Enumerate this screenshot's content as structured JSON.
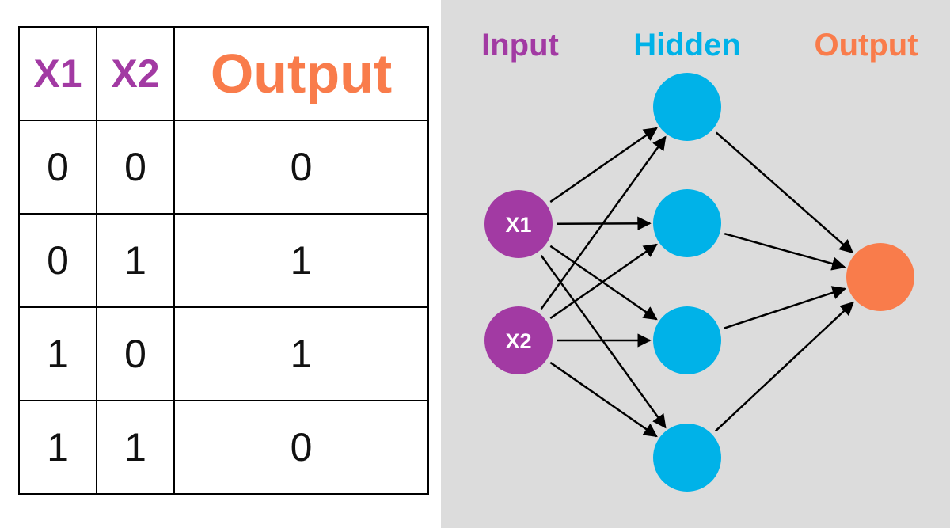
{
  "colors": {
    "input": "#a23aa3",
    "hidden": "#00b2e8",
    "output": "#f97c4b",
    "panel_bg": "#dcdcdc",
    "arrow": "#000000"
  },
  "table": {
    "headers": [
      "X1",
      "X2",
      "Output"
    ],
    "rows": [
      [
        "0",
        "0",
        "0"
      ],
      [
        "0",
        "1",
        "1"
      ],
      [
        "1",
        "0",
        "1"
      ],
      [
        "1",
        "1",
        "0"
      ]
    ]
  },
  "network": {
    "labels": {
      "input": "Input",
      "hidden": "Hidden",
      "output": "Output"
    },
    "input_nodes": [
      "X1",
      "X2"
    ],
    "hidden_node_count": 4,
    "output_node_count": 1
  }
}
